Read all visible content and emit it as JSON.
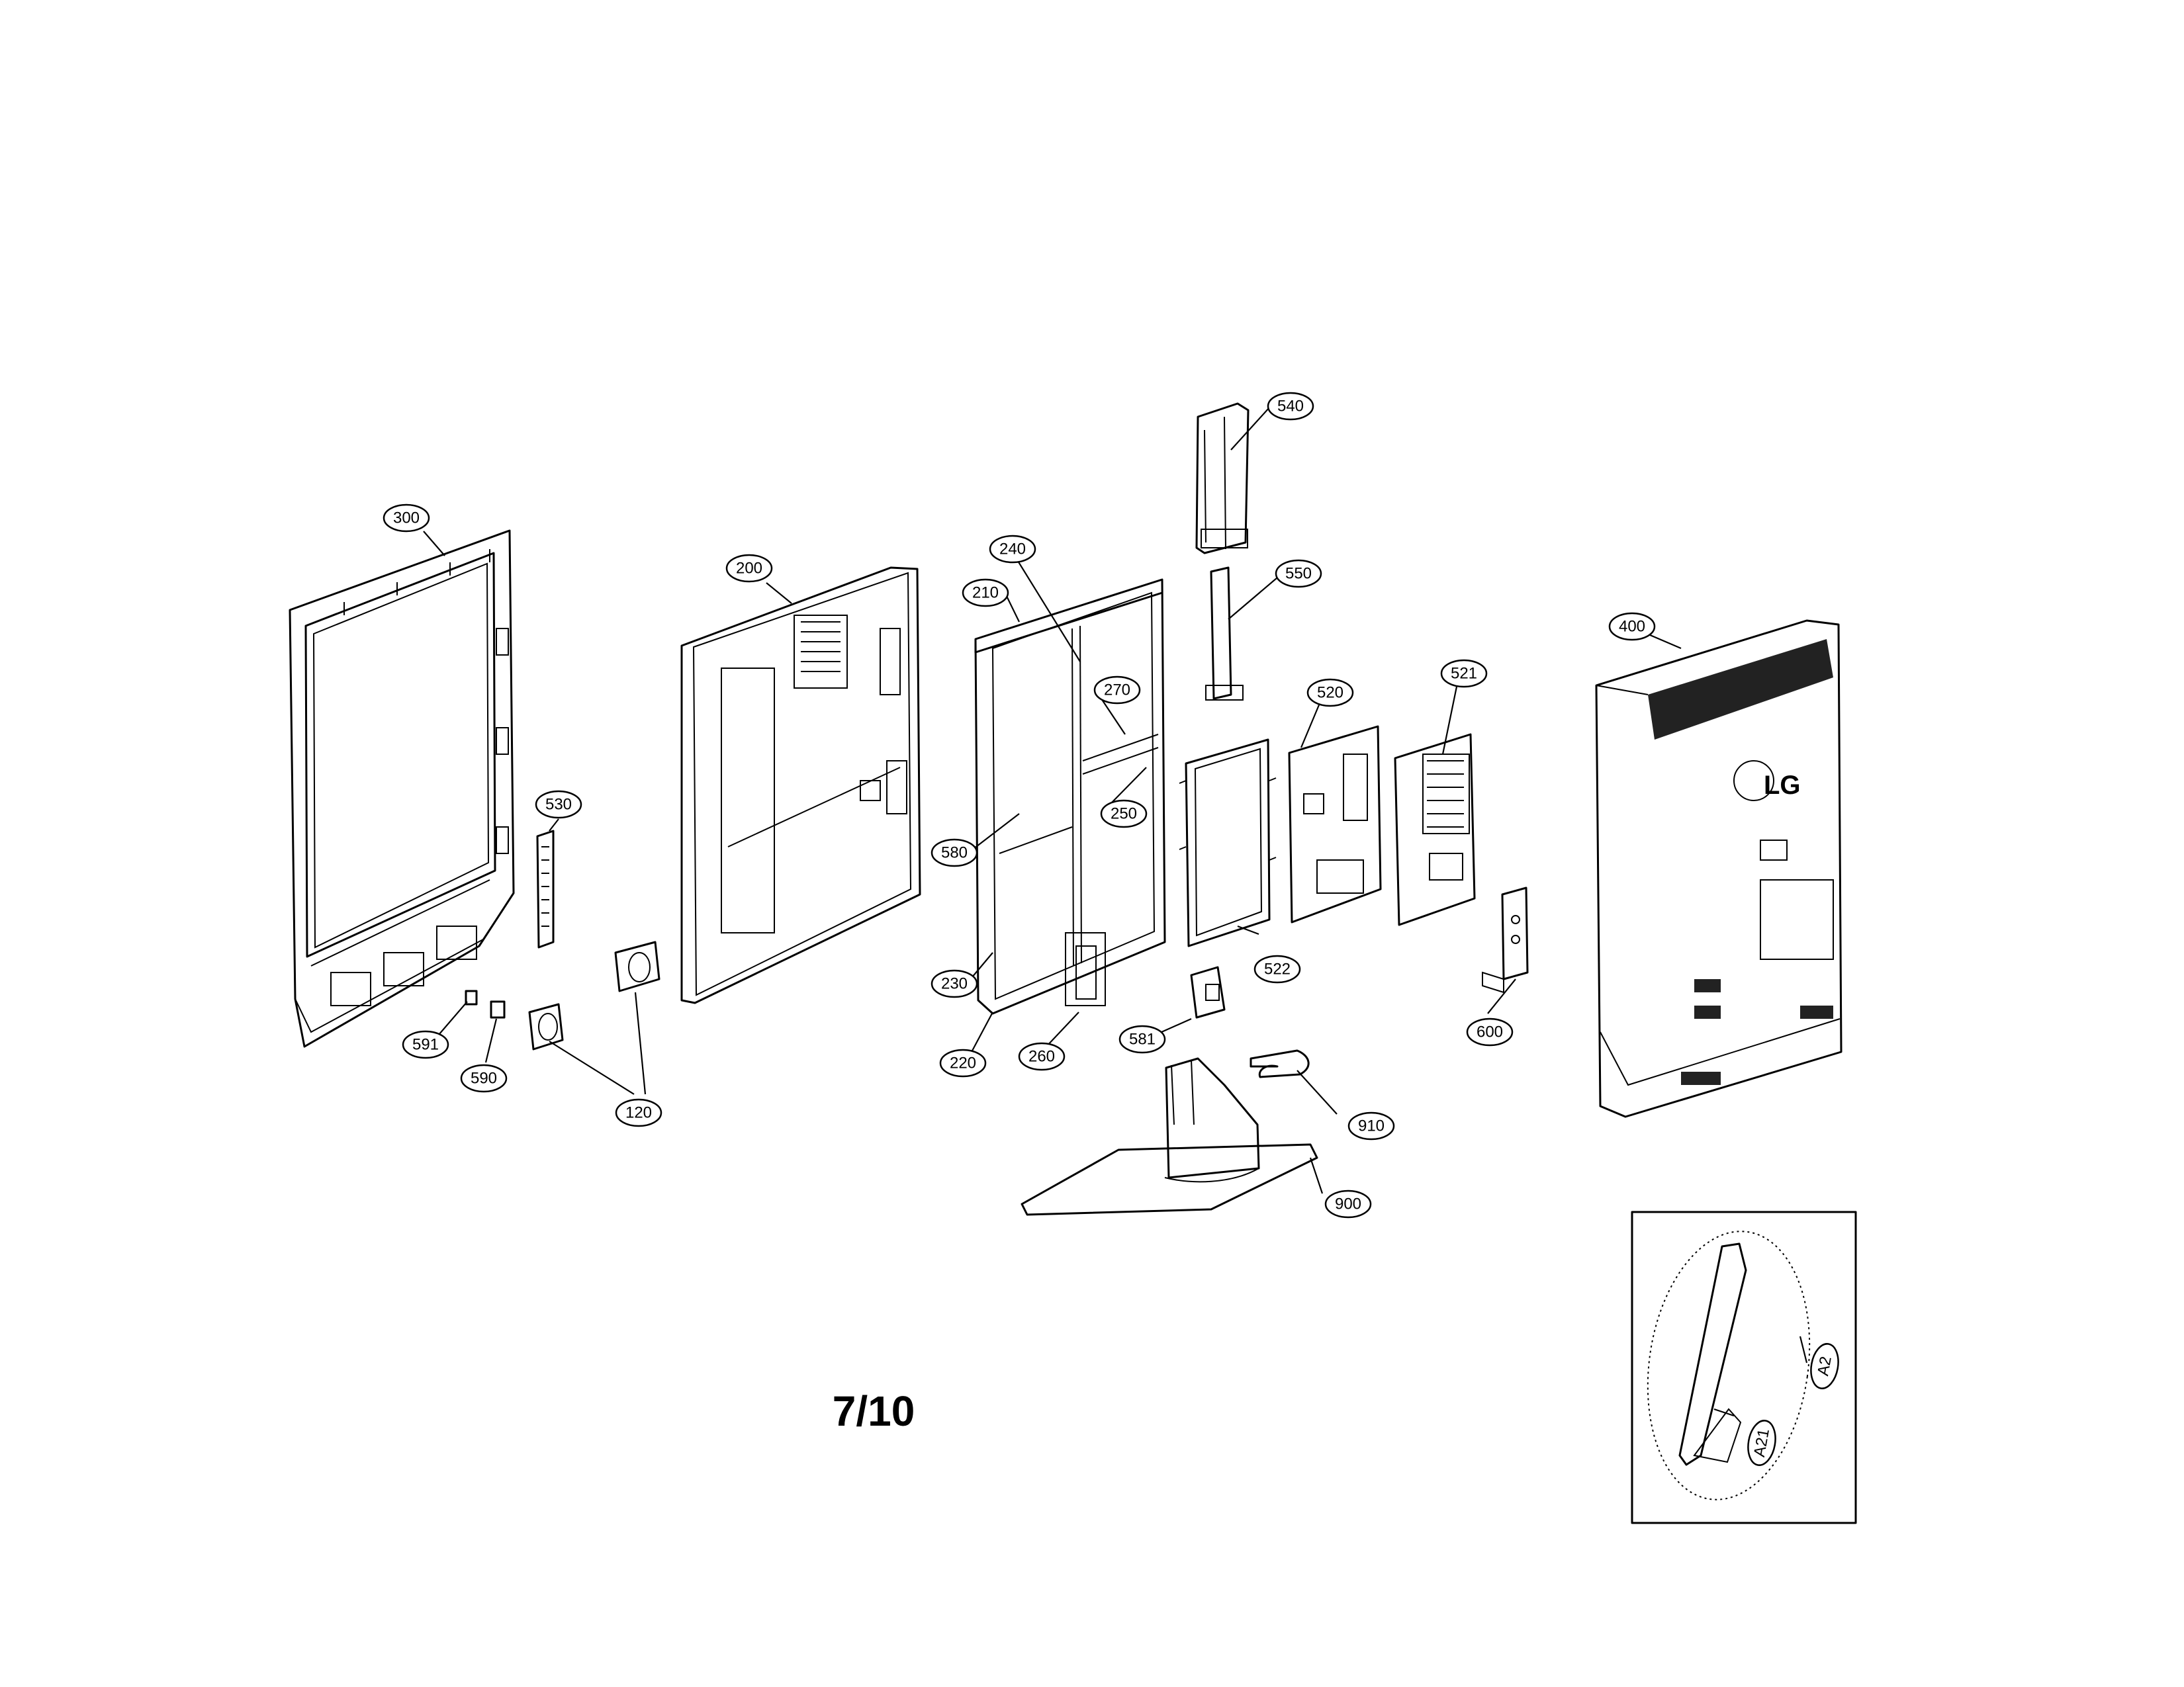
{
  "diagram": {
    "page_number": "7/10",
    "logo": "LG",
    "callouts": [
      "300",
      "200",
      "240",
      "210",
      "270",
      "250",
      "580",
      "230",
      "220",
      "260",
      "540",
      "550",
      "520",
      "521",
      "522",
      "581",
      "530",
      "591",
      "590",
      "120",
      "600",
      "400",
      "910",
      "900",
      "A2",
      "A21"
    ]
  }
}
